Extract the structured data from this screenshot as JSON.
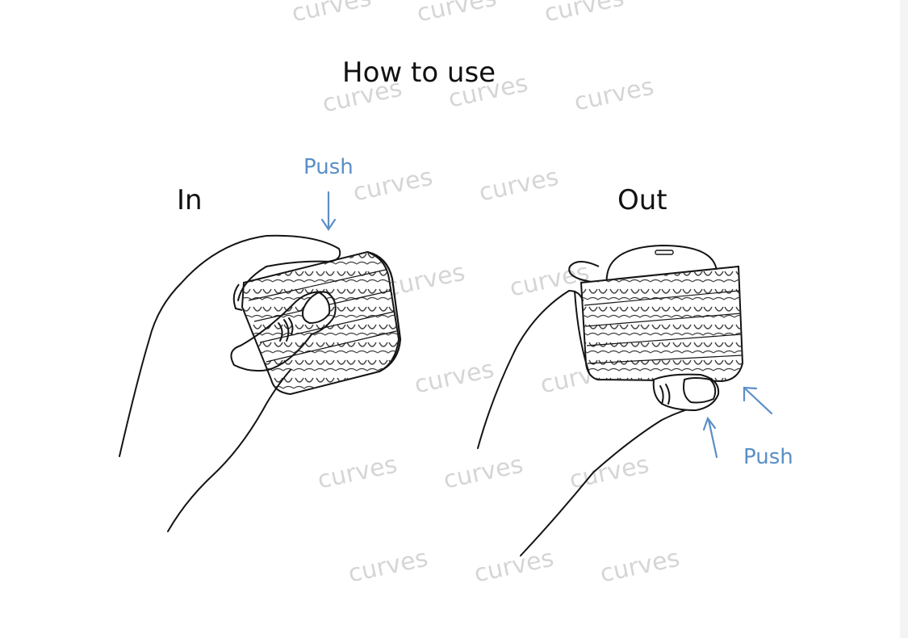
{
  "title": "How to use",
  "panels": {
    "in": {
      "label": "In",
      "push_label": "Push"
    },
    "out": {
      "label": "Out",
      "push_label": "Push"
    }
  },
  "watermark": {
    "text": "curves"
  },
  "colors": {
    "accent": "#5b8fc7",
    "ink": "#141414",
    "background": "#ffffff"
  },
  "icons": {
    "in_arrow": "arrow-down-icon",
    "out_arrow_1": "arrow-up-icon",
    "out_arrow_2": "arrow-up-left-icon"
  }
}
